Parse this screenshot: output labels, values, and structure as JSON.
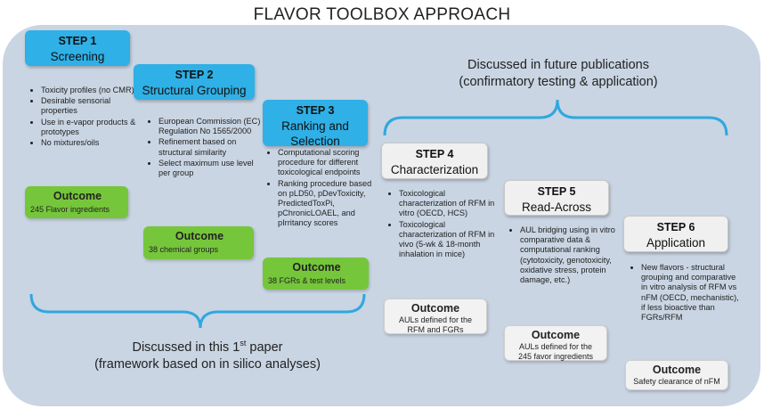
{
  "title": "FLAVOR TOOLBOX APPROACH",
  "colors": {
    "background": "#c9d5e3",
    "step_blue": "#2fb0e6",
    "outcome_green": "#76c63b",
    "step_grey": "#f0f0f0",
    "bracket": "#2fa8df"
  },
  "future_note": {
    "line1": "Discussed in future publications",
    "line2": "(confirmatory testing & application)"
  },
  "paper_note": {
    "line1_pre": "Discussed in this 1",
    "line1_sup": "st",
    "line1_post": " paper",
    "line2": "(framework based on in silico analyses)"
  },
  "steps": [
    {
      "number": "STEP 1",
      "title": "Screening",
      "bullets": [
        "Toxicity profiles (no CMR)",
        "Desirable sensorial properties",
        "Use in e-vapor products & prototypes",
        "No mixtures/oils"
      ],
      "outcome_heading": "Outcome",
      "outcome_text": "245 Flavor ingredients"
    },
    {
      "number": "STEP 2",
      "title": "Structural Grouping",
      "bullets": [
        "European Commission (EC) Regulation No 1565/2000",
        "Refinement based on structural similarity",
        "Select maximum use level per group"
      ],
      "outcome_heading": "Outcome",
      "outcome_text": "38 chemical groups"
    },
    {
      "number": "STEP 3",
      "title_line1": "Ranking and",
      "title_line2": "Selection",
      "bullets": [
        "Computational scoring procedure for different toxicological endpoints",
        "Ranking procedure based on pLD50, pDevToxicity, PredictedToxPi, pChronicLOAEL, and pIrritancy scores"
      ],
      "outcome_heading": "Outcome",
      "outcome_text": "38 FGRs & test levels"
    },
    {
      "number": "STEP 4",
      "title": "Characterization",
      "bullets": [
        "Toxicological characterization of RFM in vitro (OECD, HCS)",
        "Toxicological characterization of RFM in vivo (5-wk & 18-month inhalation in mice)"
      ],
      "outcome_heading": "Outcome",
      "outcome_line1": "AULs defined for the",
      "outcome_line2": "RFM and FGRs"
    },
    {
      "number": "STEP 5",
      "title": "Read-Across",
      "bullets": [
        "AUL bridging using in vitro comparative data & computational ranking (cytotoxicity, genotoxicity, oxidative stress, protein damage, etc.)"
      ],
      "outcome_heading": "Outcome",
      "outcome_line1": "AULs defined for the",
      "outcome_line2": "245 favor ingredients"
    },
    {
      "number": "STEP 6",
      "title": "Application",
      "bullets": [
        "New flavors - structural grouping and comparative in vitro analysis of RFM vs nFM (OECD, mechanistic), if less bioactive than FGRs/RFM"
      ],
      "outcome_heading": "Outcome",
      "outcome_text": "Safety clearance of nFM"
    }
  ]
}
